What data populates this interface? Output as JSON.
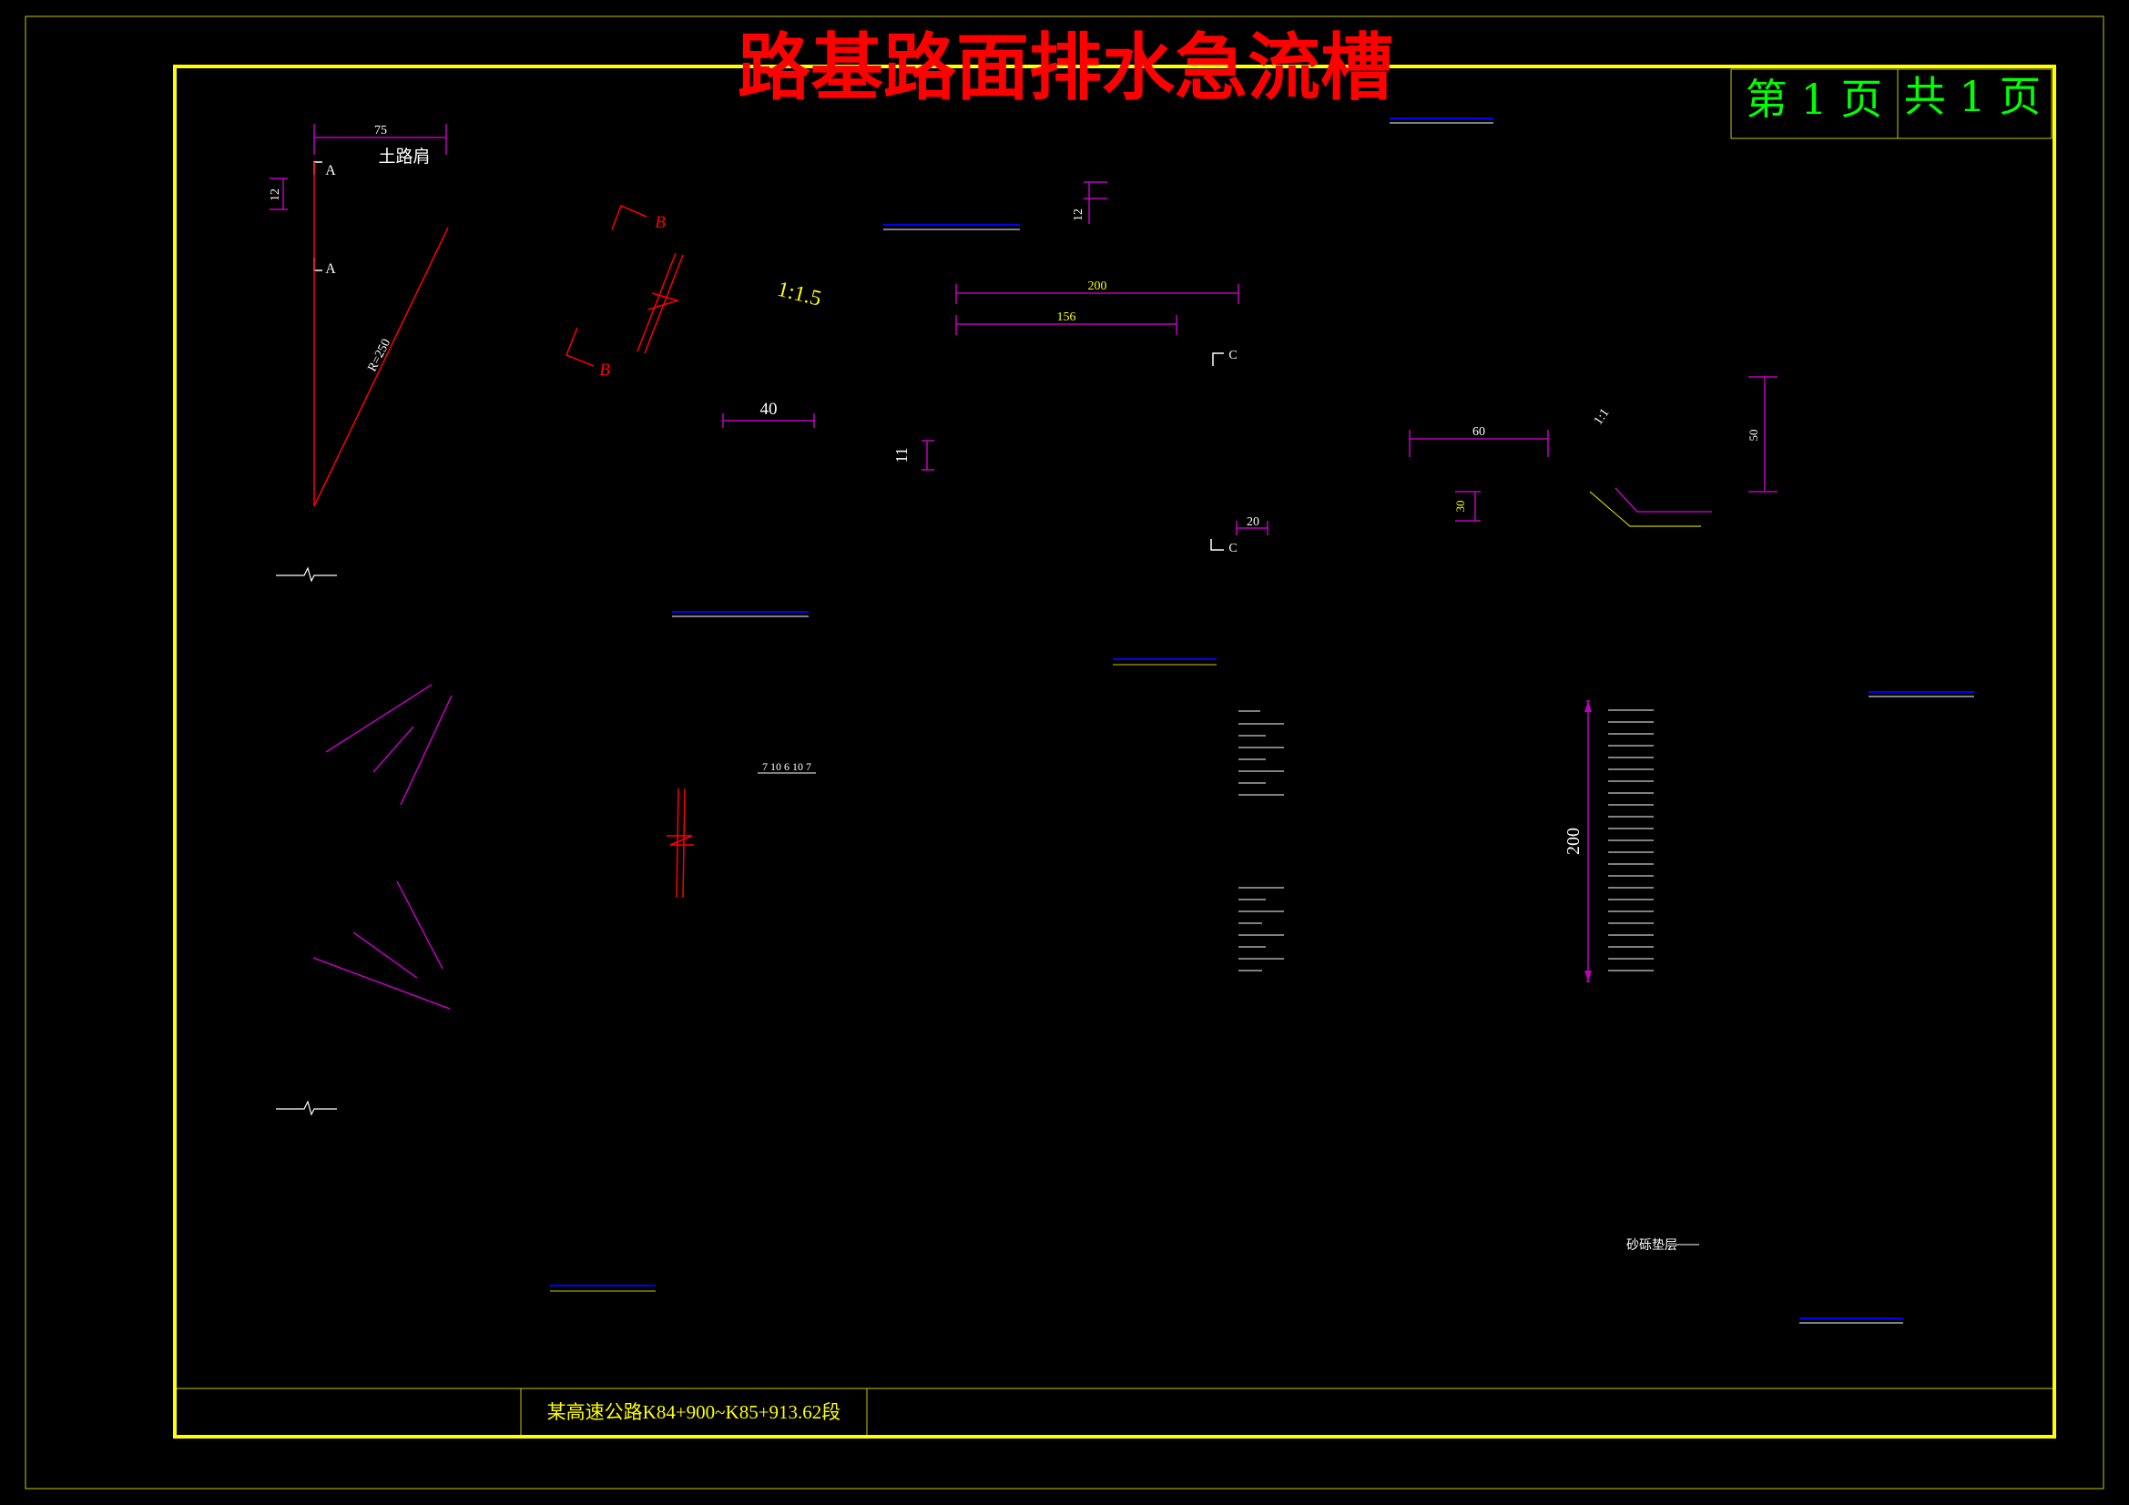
{
  "title": "路基路面排水急流槽",
  "page": {
    "current": "第 1 页",
    "total": "共 1 页"
  },
  "footer": {
    "project": "某高速公路K84+900~K85+913.62段"
  },
  "labels": {
    "dim_75": "75",
    "shoulder": "土路肩",
    "dim_12_left": "12",
    "section_a_top": "A",
    "section_a_bottom": "A",
    "radius": "R=250",
    "section_b_top": "B",
    "section_b_bottom": "B",
    "slope_1_1_5": "1:1.5",
    "dim_40": "40",
    "dim_11": "11",
    "dim_12_mid": "12",
    "dim_200_top": "200",
    "dim_156": "156",
    "section_c_top": "C",
    "section_c_bottom": "C",
    "dim_20": "20",
    "dim_60": "60",
    "slope_1_1": "1:1",
    "dim_30": "30",
    "dim_50": "50",
    "rebar_spacing": "7 10 6 10 7",
    "dim_200_side": "200",
    "gravel_layer": "砂砾垫层"
  },
  "colors": {
    "frame": "#ffff00",
    "outer_frame": "#c8c800",
    "title": "#ff0000",
    "page_text": "#00ff00",
    "dimension": "#c000c0",
    "dimension_text": "#ffff00",
    "drawing_red": "#ff0000",
    "drawing_white": "#ffffff",
    "blue": "#0000ff"
  }
}
